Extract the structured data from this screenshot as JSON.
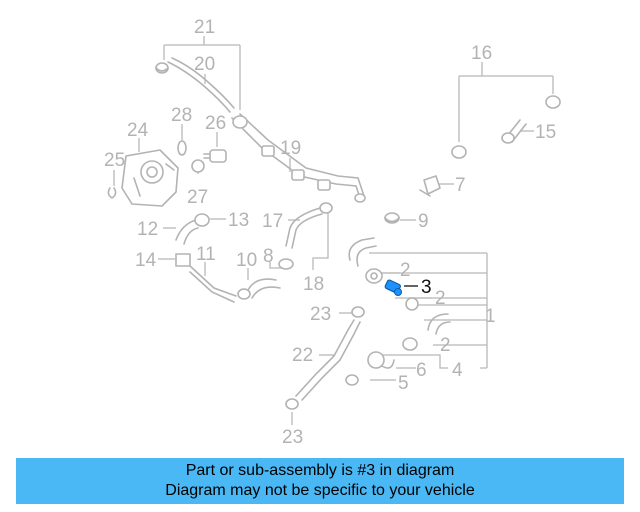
{
  "callouts": {
    "c21": "21",
    "c20": "20",
    "c28": "28",
    "c26": "26",
    "c24": "24",
    "c25": "25",
    "c27": "27",
    "c19": "19",
    "c16": "16",
    "c15": "15",
    "c7": "7",
    "c9": "9",
    "c13": "13",
    "c12": "12",
    "c17": "17",
    "c14": "14",
    "c11": "11",
    "c10": "10",
    "c8": "8",
    "c18": "18",
    "c2a": "2",
    "c3": "3",
    "c2b": "2",
    "c1": "1",
    "c23a": "23",
    "c2c": "2",
    "c22": "22",
    "c6": "6",
    "c4": "4",
    "c5": "5",
    "c23b": "23"
  },
  "highlight_part": "3",
  "colors": {
    "banner": "#4ab8f5",
    "highlight": "#1e90ff",
    "line_art": "#b3b3b3"
  },
  "banner": {
    "line1": "Part or sub-assembly is #3 in diagram",
    "line2": "Diagram may not be specific to your vehicle"
  }
}
